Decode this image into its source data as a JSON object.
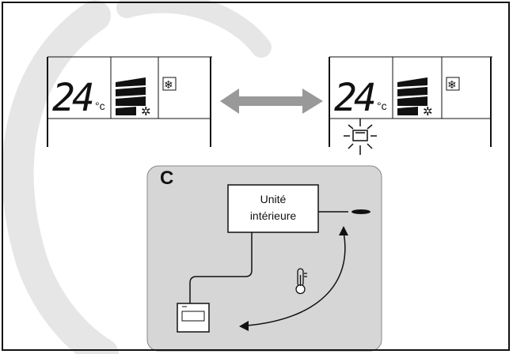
{
  "figure": {
    "display": {
      "temperature": "24",
      "unit": "°c"
    },
    "panel_c": {
      "label": "C",
      "indoor_unit_line1": "Unité",
      "indoor_unit_line2": "intérieure"
    },
    "icons": [
      "snowflake-icon",
      "fan-icon",
      "thermometer-icon",
      "filter-icon",
      "remote-controller-icon",
      "double-arrow-icon"
    ],
    "colors": {
      "panel_bg": "#d6d6d6",
      "arrow": "#999999",
      "watermark": "#e3e3e3"
    }
  }
}
